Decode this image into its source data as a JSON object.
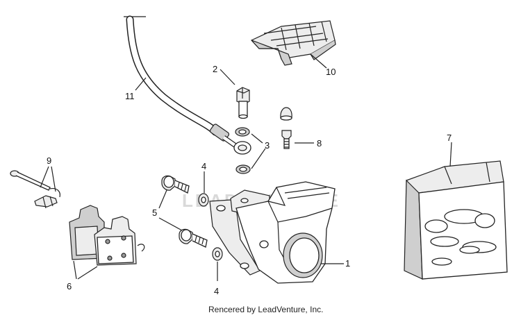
{
  "callouts": {
    "c1": "1",
    "c2": "2",
    "c3": "3",
    "c4a": "4",
    "c4b": "4",
    "c5": "5",
    "c6": "6",
    "c7": "7",
    "c8": "8",
    "c9": "9",
    "c10": "10",
    "c11": "11"
  },
  "watermark": "LEADVENTURE",
  "credit": "Rencered by LeadVenture, Inc."
}
